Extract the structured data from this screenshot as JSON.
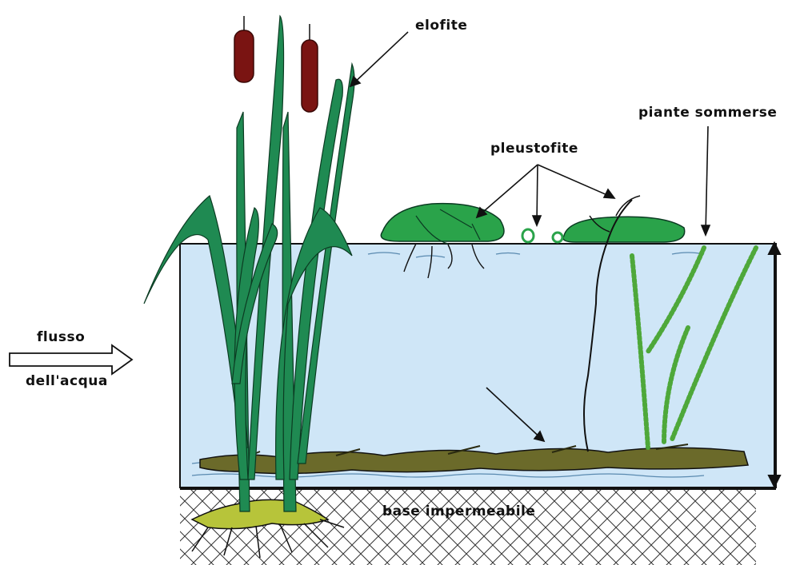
{
  "labels": {
    "elofite": "elofite",
    "pleustofite": "pleustofite",
    "piante_sommerse": "piante sommerse",
    "flusso": "flusso",
    "dell_acqua": "dell'acqua",
    "base_impermeabile": "base impermeabile"
  },
  "colors": {
    "water": "#cfe6f7",
    "reed_leaf": "#1f8a52",
    "cattail_head": "#7a1412",
    "floating_leaf": "#2aa34a",
    "submerged_plant": "#4ea83a",
    "rhizome": "#b7c43a",
    "sediment": "#6b6a2a",
    "outline": "#111111"
  }
}
